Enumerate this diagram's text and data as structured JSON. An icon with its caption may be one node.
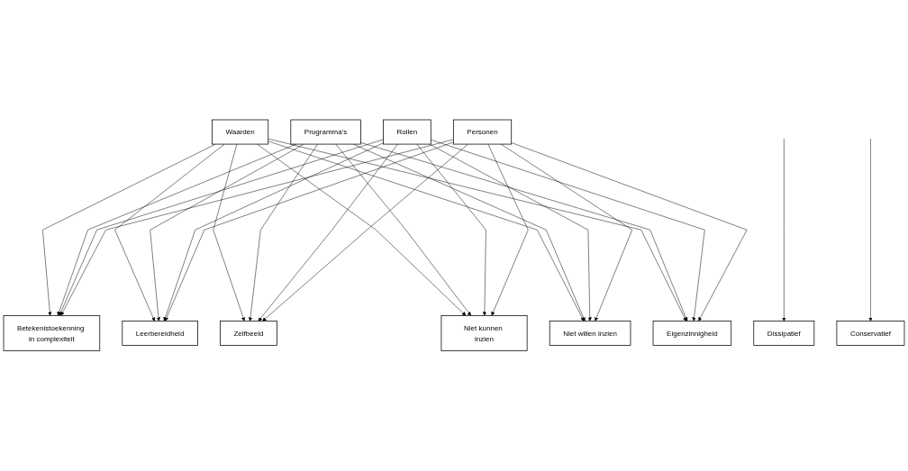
{
  "diagram": {
    "nodes": [
      {
        "text": [
          "Dissipatief"
        ]
      },
      {
        "text": [
          "Conservatief"
        ]
      },
      {
        "text": [
          "Betekenistoekenning in complexiteit"
        ]
      },
      {
        "text": [
          "Leerbereidheid"
        ]
      },
      {
        "text": [
          "Zelfbeeld"
        ]
      },
      {
        "text": [
          "Waarden"
        ]
      },
      {
        "text": [
          "Programma’s"
        ]
      },
      {
        "text": [
          "Rollen"
        ]
      },
      {
        "text": [
          "Personen"
        ]
      },
      {
        "text": [
          "Niet kunnen inzien"
        ]
      },
      {
        "text": [
          "Niet willen inzien"
        ]
      },
      {
        "text": [
          "Eigenzinnigheid"
        ]
      }
    ],
    "edges": [
      {
        "from": null,
        "to": 0,
        "arrow": "to"
      },
      {
        "from": null,
        "to": 1,
        "arrow": "to"
      },
      {
        "from": 5,
        "to": 2,
        "arrow": "to"
      },
      {
        "from": 5,
        "to": 3,
        "arrow": "to"
      },
      {
        "from": 5,
        "to": 4,
        "arrow": "to"
      },
      {
        "from": 6,
        "to": 2,
        "arrow": "to"
      },
      {
        "from": 6,
        "to": 3,
        "arrow": "to"
      },
      {
        "from": 6,
        "to": 4,
        "arrow": "to"
      },
      {
        "from": 7,
        "to": 2,
        "arrow": "to"
      },
      {
        "from": 7,
        "to": 3,
        "arrow": "to"
      },
      {
        "from": 7,
        "to": 4,
        "arrow": "to"
      },
      {
        "from": 8,
        "to": 2,
        "arrow": "to"
      },
      {
        "from": 8,
        "to": 3,
        "arrow": "to"
      },
      {
        "from": 8,
        "to": 4,
        "arrow": "to"
      },
      {
        "from": 5,
        "to": 9,
        "arrow": "to"
      },
      {
        "from": 5,
        "to": 10,
        "arrow": "to"
      },
      {
        "from": 5,
        "to": 11,
        "arrow": "to"
      },
      {
        "from": 6,
        "to": 9,
        "arrow": "to"
      },
      {
        "from": 6,
        "to": 10,
        "arrow": "to"
      },
      {
        "from": 6,
        "to": 11,
        "arrow": "to"
      },
      {
        "from": 7,
        "to": 9,
        "arrow": "to"
      },
      {
        "from": 7,
        "to": 10,
        "arrow": "to"
      },
      {
        "from": 7,
        "to": 11,
        "arrow": "to"
      },
      {
        "from": 8,
        "to": 9,
        "arrow": "to"
      },
      {
        "from": 8,
        "to": 10,
        "arrow": "to"
      },
      {
        "from": 8,
        "to": 11,
        "arrow": "to"
      }
    ]
  }
}
